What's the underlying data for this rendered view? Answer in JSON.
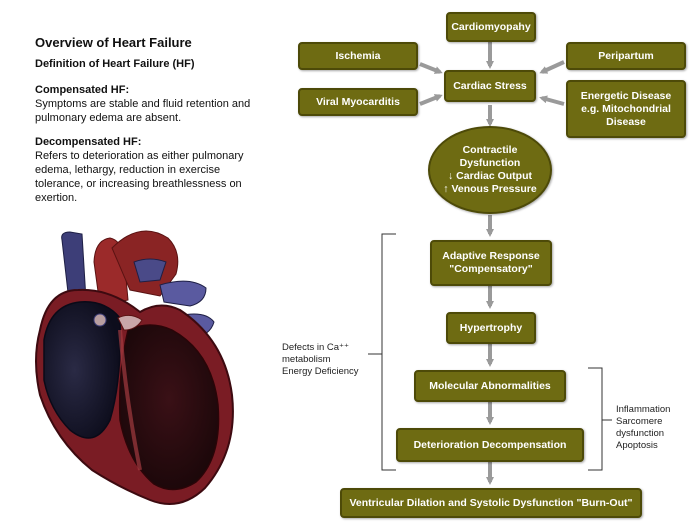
{
  "text": {
    "title": "Overview of Heart Failure",
    "definition": "Definition of Heart Failure (HF)",
    "compensated_heading": "Compensated HF:",
    "compensated_body": "Symptoms are stable and fluid retention and pulmonary edema are absent.",
    "decompensated_heading": "Decompensated HF:",
    "decompensated_body": "Refers to deterioration as either pulmonary edema, lethargy, reduction in exercise tolerance, or increasing breathlessness on exertion."
  },
  "nodes": {
    "cardiomyopathy": "Cardiomyopahy",
    "ischemia": "Ischemia",
    "peripartum": "Peripartum",
    "cardiac_stress": "Cardiac Stress",
    "viral_myocarditis": "Viral Myocarditis",
    "energetic_disease_1": "Energetic Disease",
    "energetic_disease_2": "e.g. Mitochondrial",
    "energetic_disease_3": "Disease",
    "contractile_1": "Contractile",
    "contractile_2": "Dysfunction",
    "contractile_3": "↓ Cardiac Output",
    "contractile_4": "↑ Venous Pressure",
    "adaptive_1": "Adaptive Response",
    "adaptive_2": "\"Compensatory\"",
    "hypertrophy": "Hypertrophy",
    "molecular": "Molecular Abnormalities",
    "deterioration": "Deterioration Decompensation",
    "ventricular": "Ventricular Dilation and Systolic Dysfunction \"Burn-Out\""
  },
  "side_notes": {
    "left_1": "Defects in Ca⁺⁺",
    "left_2": "metabolism",
    "left_3": "Energy Deficiency",
    "right_1": "Inflammation",
    "right_2": "Sarcomere",
    "right_3": "dysfunction",
    "right_4": "Apoptosis"
  },
  "colors": {
    "box_fill": "#6e6b12",
    "box_border": "#4d4a08",
    "arrow": "#9a9a9a"
  }
}
